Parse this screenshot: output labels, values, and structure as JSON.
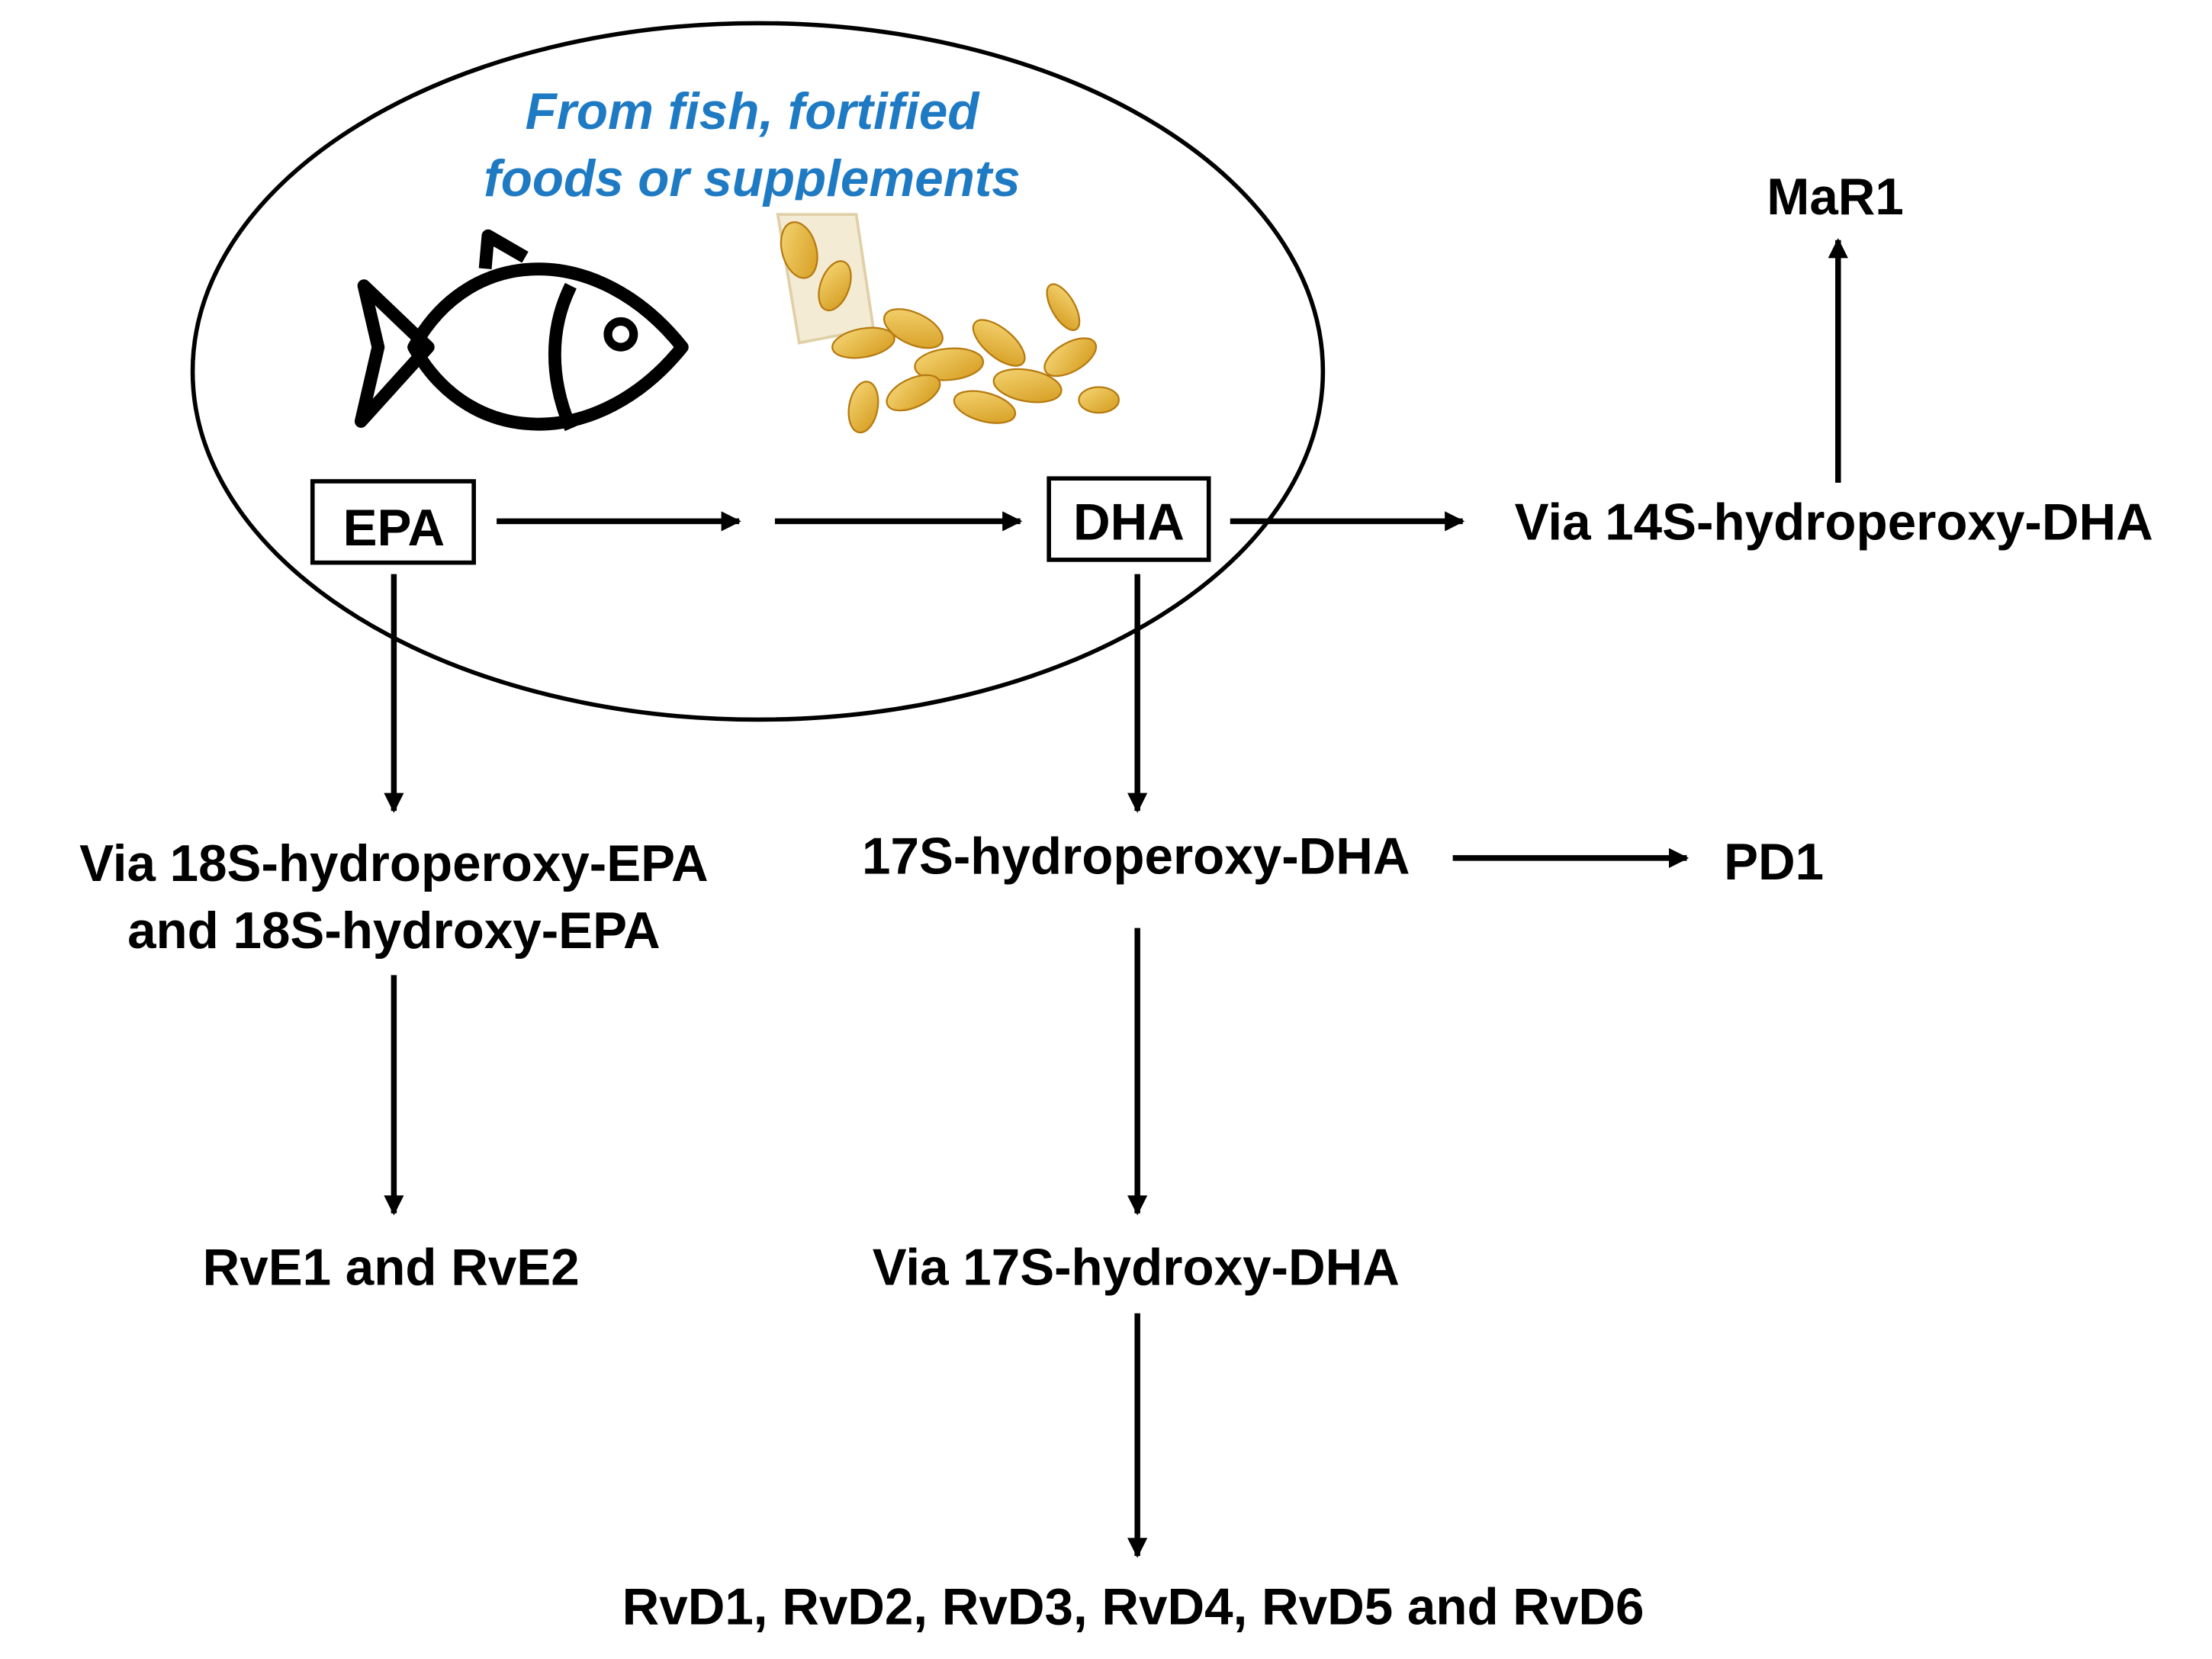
{
  "diagram": {
    "source_caption": [
      "From fish, fortified",
      "foods or supplements"
    ],
    "source_caption_color": "#1f7ac4",
    "icons": {
      "fish": "fish-icon",
      "capsules": "fish-oil-capsules-image"
    },
    "nodes": {
      "epa": "EPA",
      "dha": "DHA",
      "via_14s": "Via 14S-hydroperoxy-DHA",
      "mar1": "MaR1",
      "via_18s_line1": "Via 18S-hydroperoxy-EPA",
      "via_18s_line2": "and 18S-hydroxy-EPA",
      "hpdha_17s": "17S-hydroperoxy-DHA",
      "pd1": "PD1",
      "rve": "RvE1 and RvE2",
      "via_17s_hydroxy": "Via 17S-hydroxy-DHA",
      "rvd": "RvD1, RvD2, RvD3, RvD4, RvD5 and RvD6"
    },
    "edges": [
      [
        "EPA",
        "DHA"
      ],
      [
        "DHA",
        "Via 14S-hydroperoxy-DHA"
      ],
      [
        "Via 14S-hydroperoxy-DHA",
        "MaR1"
      ],
      [
        "EPA",
        "Via 18S-hydroperoxy-EPA and 18S-hydroxy-EPA"
      ],
      [
        "Via 18S-hydroperoxy-EPA and 18S-hydroxy-EPA",
        "RvE1 and RvE2"
      ],
      [
        "DHA",
        "17S-hydroperoxy-DHA"
      ],
      [
        "17S-hydroperoxy-DHA",
        "PD1"
      ],
      [
        "17S-hydroperoxy-DHA",
        "Via 17S-hydroxy-DHA"
      ],
      [
        "Via 17S-hydroxy-DHA",
        "RvD1, RvD2, RvD3, RvD4, RvD5 and RvD6"
      ]
    ]
  }
}
